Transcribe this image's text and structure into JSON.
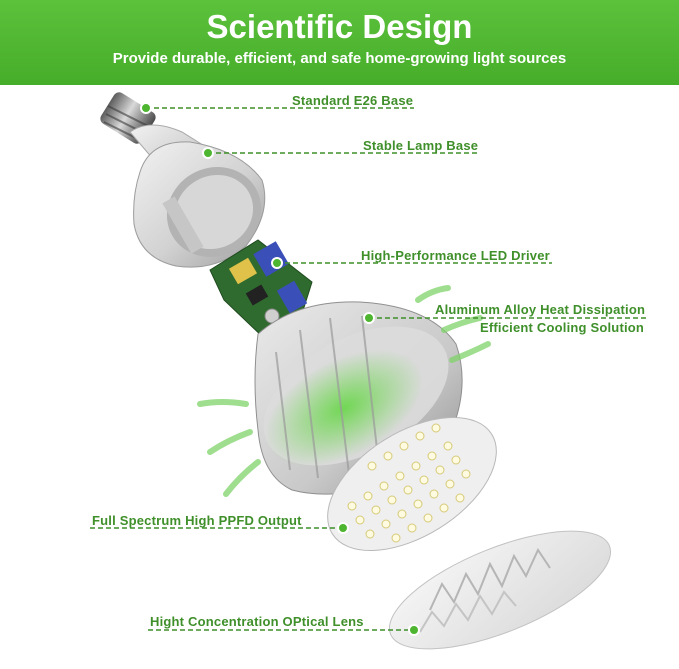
{
  "banner": {
    "title": "Scientific Design",
    "subtitle": "Provide durable, efficient, and safe home-growing light sources",
    "color": "#4db52f"
  },
  "labels": {
    "e26_base": "Standard E26 Base",
    "lamp_base": "Stable Lamp Base",
    "led_driver": "High-Performance LED Driver",
    "heat_dissipation": "Aluminum Alloy Heat Dissipation",
    "cooling": "Efficient Cooling Solution",
    "ppfd_output": "Full Spectrum High PPFD Output",
    "optical_lens": "Hight Concentration OPtical Lens"
  },
  "colors": {
    "label_text": "#3f8f2a",
    "leader_line": "#3f8f2a",
    "accent_green": "#4db52f"
  }
}
